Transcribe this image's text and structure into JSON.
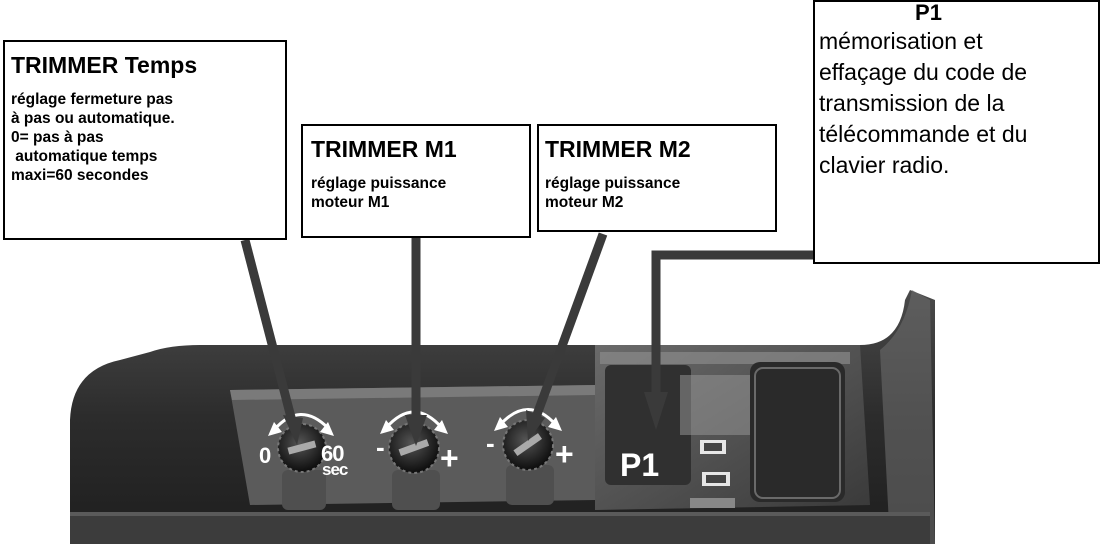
{
  "annotations": {
    "trimmer_temps": {
      "title": "TRIMMER Temps",
      "lines": [
        "réglage fermeture pas",
        "à pas ou automatique.",
        "0= pas à pas",
        " automatique temps",
        "maxi=60 secondes"
      ]
    },
    "trimmer_m1": {
      "title": "TRIMMER M1",
      "lines": [
        "réglage puissance",
        "moteur M1"
      ]
    },
    "trimmer_m2": {
      "title": "TRIMMER M2",
      "lines": [
        "réglage puissance",
        "moteur M2"
      ]
    },
    "p1": {
      "title": "P1",
      "description": "mémorisation et\neffaçage du code de\ntransmission de la\ntélécommande et du\nclavier radio."
    }
  },
  "photo_labels": {
    "temps_min": "0",
    "temps_max": "60",
    "temps_unit": "sec",
    "m1_minus": "-",
    "m1_plus": "+",
    "m2_minus": "-",
    "m2_plus": "+",
    "p1_button": "P1"
  },
  "colors": {
    "housing": "#2b2b2b",
    "housing_edge": "#4a4a4a",
    "panel": "#585858",
    "arrow": "#3a3a3a",
    "text_on_photo": "#ffffff"
  }
}
